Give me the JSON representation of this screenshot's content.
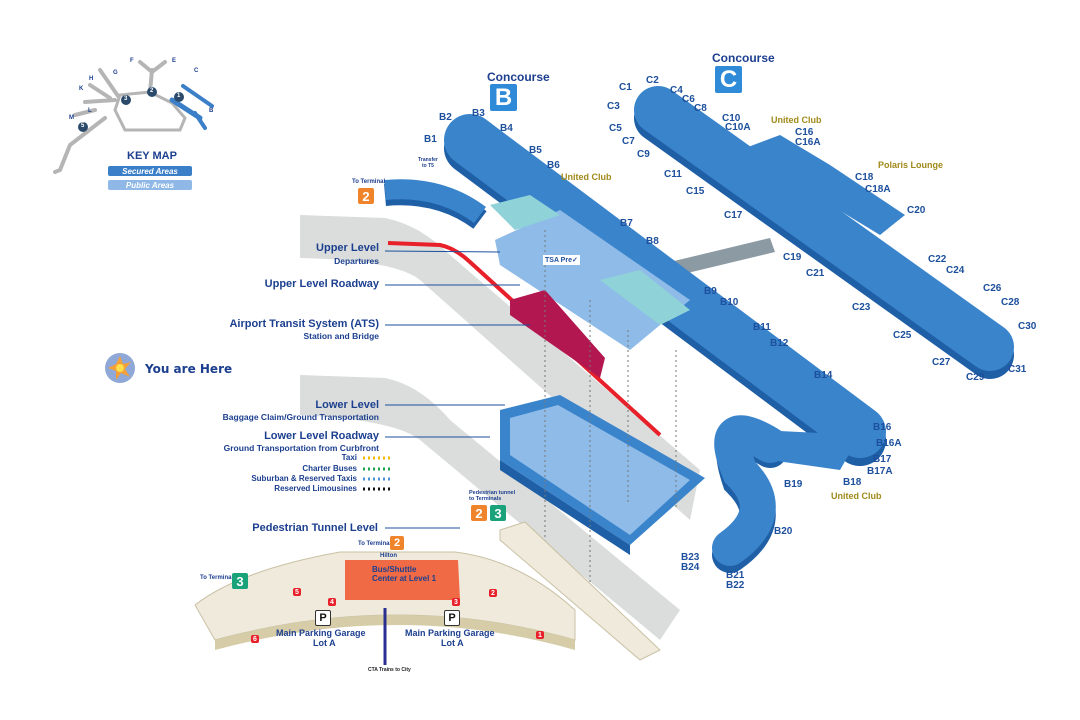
{
  "key_map": {
    "title": "KEY MAP",
    "secured_label": "Secured Areas",
    "public_label": "Public Areas",
    "concourse_letters": [
      "F",
      "E",
      "C",
      "G",
      "H",
      "K",
      "L",
      "M",
      "B"
    ],
    "terminal_numbers": [
      "1",
      "2",
      "3",
      "5"
    ],
    "colors": {
      "secured": "#3a7fc8",
      "public": "#8fb8e6",
      "other": "#b5b5b5"
    }
  },
  "you_are_here": "You are Here",
  "concourse_b": {
    "title": "Concourse",
    "letter": "B"
  },
  "concourse_c": {
    "title": "Concourse",
    "letter": "C"
  },
  "gates_b": [
    "B1",
    "B2",
    "B3",
    "B4",
    "B5",
    "B6",
    "B7",
    "B8",
    "B9",
    "B10",
    "B11",
    "B12",
    "B14",
    "B16",
    "B16A",
    "B17",
    "B17A",
    "B18",
    "B19",
    "B20",
    "B23",
    "B24",
    "B21",
    "B22"
  ],
  "gates_c": [
    "C1",
    "C2",
    "C3",
    "C4",
    "C5",
    "C6",
    "C7",
    "C8",
    "C9",
    "C10",
    "C10A",
    "C11",
    "C15",
    "C16",
    "C16A",
    "C17",
    "C18",
    "C18A",
    "C19",
    "C20",
    "C21",
    "C22",
    "C23",
    "C24",
    "C25",
    "C26",
    "C27",
    "C28",
    "C29",
    "C30",
    "C31"
  ],
  "amenities": {
    "united_club": "United Club",
    "polaris_lounge": "Polaris Lounge",
    "tsa_pre": "TSA Pre✓",
    "transfer_t5": "Transfer to T5"
  },
  "levels": {
    "to_terminal": "To Terminal",
    "upper_level": "Upper Level",
    "upper_level_sub": "Departures",
    "upper_roadway": "Upper Level Roadway",
    "ats": "Airport Transit System (ATS)",
    "ats_sub": "Station and Bridge",
    "lower_level": "Lower Level",
    "lower_level_sub": "Baggage Claim/Ground Transportation",
    "lower_roadway": "Lower Level Roadway",
    "lower_roadway_sub": "Ground Transportation from Curbfront",
    "pedestrian_tunnel": "Pedestrian Tunnel Level",
    "pedestrian_tunnel_to": "Pedestrian tunnel to Terminals"
  },
  "ground_transport": [
    {
      "label": "Taxi",
      "color": "#f5b800"
    },
    {
      "label": "Charter Buses",
      "color": "#1aa34a"
    },
    {
      "label": "Suburban & Reserved Taxis",
      "color": "#4a90d9"
    },
    {
      "label": "Reserved Limousines",
      "color": "#111111"
    }
  ],
  "terminals": {
    "t2": "2",
    "t3": "3"
  },
  "parking": {
    "hilton": "Hilton",
    "bus_shuttle": "Bus/Shuttle Center at Level 1",
    "garage_left": "Main Parking Garage",
    "garage_right": "Main Parking Garage",
    "lot": "Lot A",
    "p": "P",
    "cta": "CTA Trains to City",
    "elevators": [
      "1",
      "2",
      "3",
      "4",
      "5",
      "6"
    ]
  },
  "colors": {
    "concourse": "#3a84cc",
    "concourse_dark": "#1f5fa6",
    "public": "#8fbbe8",
    "teal": "#8fd3d8",
    "ats": "#b3174f",
    "roadway": "#dadddb",
    "garage": "#efeadb",
    "bus_center": "#f06a45",
    "terminal2": "#f0842a",
    "terminal3": "#1aa37a",
    "red_line": "#e8202a"
  }
}
